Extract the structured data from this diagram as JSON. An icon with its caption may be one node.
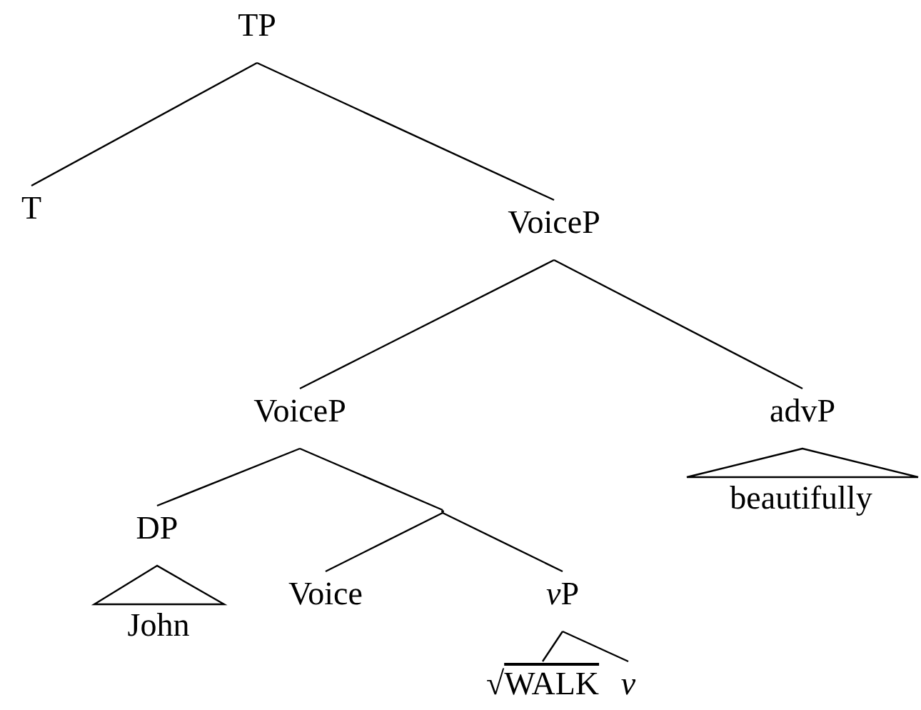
{
  "diagram": {
    "nodes": [
      {
        "text": [
          "TP"
        ]
      },
      {
        "text": [
          "T"
        ]
      },
      {
        "text": [
          "VoiceP"
        ]
      },
      {
        "text": [
          "VoiceP"
        ]
      },
      {
        "text": [
          "advP"
        ]
      },
      {
        "text": [],
        "shape": "point"
      },
      {
        "text": [
          "DP"
        ]
      },
      {
        "text": [
          "Voice"
        ]
      },
      {
        "text": [
          "vP"
        ]
      },
      {
        "text": [
          "John"
        ]
      },
      {
        "text": [
          "beautifully"
        ]
      },
      {
        "text": [
          "√WALK"
        ]
      },
      {
        "text": [
          "v"
        ]
      }
    ],
    "edges": [
      {
        "from": 0,
        "to": 1,
        "arrow": "none"
      },
      {
        "from": 0,
        "to": 2,
        "arrow": "none"
      },
      {
        "from": 2,
        "to": 3,
        "arrow": "none"
      },
      {
        "from": 2,
        "to": 4,
        "arrow": "none"
      },
      {
        "from": 3,
        "to": 6,
        "arrow": "none"
      },
      {
        "from": 3,
        "to": 5,
        "arrow": "none"
      },
      {
        "from": 5,
        "to": 8,
        "arrow": "none"
      },
      {
        "from": 5,
        "to": 7,
        "arrow": "none"
      },
      {
        "from": 6,
        "to": 9,
        "arrow": "none"
      },
      {
        "from": 4,
        "to": 10,
        "arrow": "none"
      },
      {
        "from": 8,
        "to": 11,
        "arrow": "none"
      },
      {
        "from": 8,
        "to": 12,
        "arrow": "none"
      }
    ]
  }
}
